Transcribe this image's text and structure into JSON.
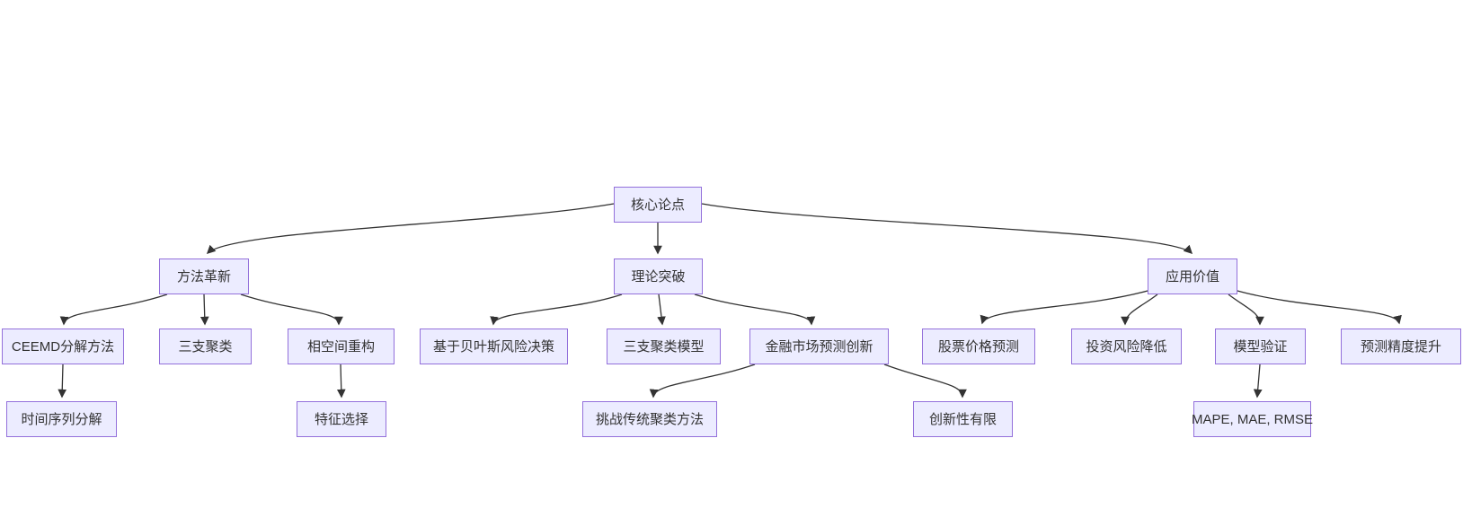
{
  "diagram": {
    "type": "flowchart",
    "direction": "top-down",
    "theme": {
      "background": "#ffffff",
      "node_fill": "#ECECFF",
      "node_border": "#9370DB",
      "edge_color": "#333333",
      "text_color": "#333333"
    },
    "nodes": {
      "core": {
        "label": "核心论点",
        "level": 1
      },
      "method": {
        "label": "方法革新",
        "level": 2
      },
      "theory": {
        "label": "理论突破",
        "level": 2
      },
      "application": {
        "label": "应用价值",
        "level": 2
      },
      "ceemd": {
        "label": "CEEMD分解方法",
        "level": 3
      },
      "three_way": {
        "label": "三支聚类",
        "level": 3
      },
      "phase_space": {
        "label": "相空间重构",
        "level": 3
      },
      "bayes_risk": {
        "label": "基于贝叶斯风险决策",
        "level": 3
      },
      "three_way_model": {
        "label": "三支聚类模型",
        "level": 3
      },
      "fin_innovation": {
        "label": "金融市场预测创新",
        "level": 3
      },
      "stock_pred": {
        "label": "股票价格预测",
        "level": 3
      },
      "risk_reduction": {
        "label": "投资风险降低",
        "level": 3
      },
      "model_validation": {
        "label": "模型验证",
        "level": 3
      },
      "accuracy": {
        "label": "预测精度提升",
        "level": 3
      },
      "time_series": {
        "label": "时间序列分解",
        "level": 4
      },
      "feature_sel": {
        "label": "特征选择",
        "level": 4
      },
      "challenge": {
        "label": "挑战传统聚类方法",
        "level": 4
      },
      "limited_innovation": {
        "label": "创新性有限",
        "level": 4
      },
      "metrics": {
        "label": "MAPE, MAE, RMSE",
        "level": 4
      }
    },
    "edges": [
      {
        "from": "core",
        "to": "method"
      },
      {
        "from": "core",
        "to": "theory"
      },
      {
        "from": "core",
        "to": "application"
      },
      {
        "from": "method",
        "to": "ceemd"
      },
      {
        "from": "method",
        "to": "three_way"
      },
      {
        "from": "method",
        "to": "phase_space"
      },
      {
        "from": "theory",
        "to": "bayes_risk"
      },
      {
        "from": "theory",
        "to": "three_way_model"
      },
      {
        "from": "theory",
        "to": "fin_innovation"
      },
      {
        "from": "application",
        "to": "stock_pred"
      },
      {
        "from": "application",
        "to": "risk_reduction"
      },
      {
        "from": "application",
        "to": "model_validation"
      },
      {
        "from": "application",
        "to": "accuracy"
      },
      {
        "from": "ceemd",
        "to": "time_series"
      },
      {
        "from": "phase_space",
        "to": "feature_sel"
      },
      {
        "from": "fin_innovation",
        "to": "challenge"
      },
      {
        "from": "fin_innovation",
        "to": "limited_innovation"
      },
      {
        "from": "model_validation",
        "to": "metrics"
      }
    ]
  }
}
